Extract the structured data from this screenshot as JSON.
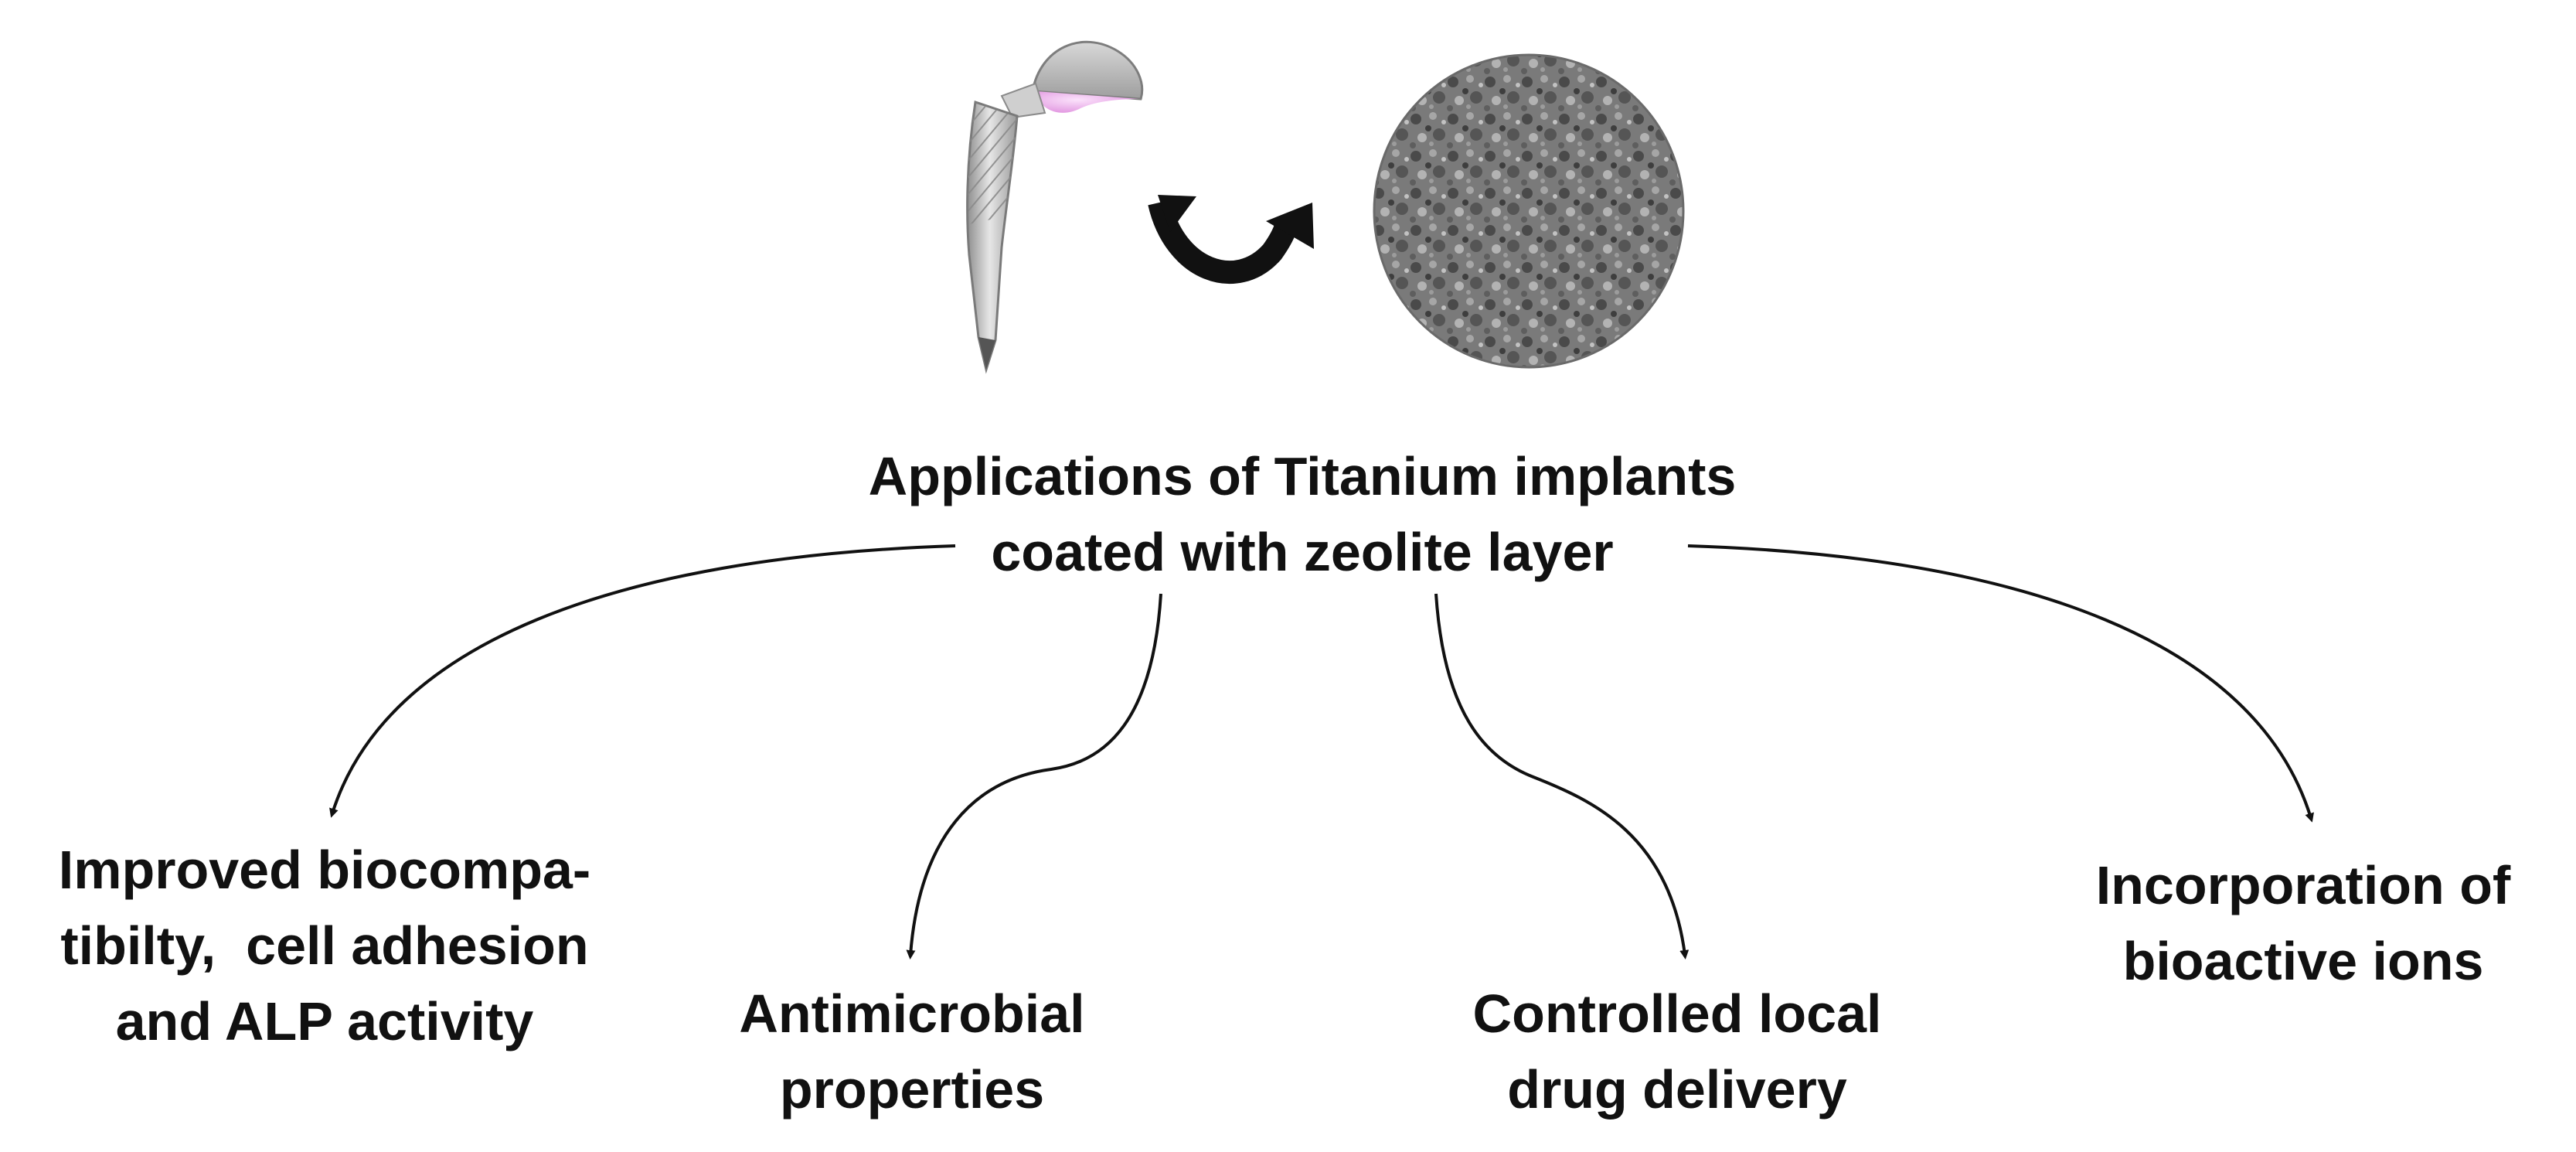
{
  "title": {
    "line1": "Applications of Titanium implants",
    "line2": "coated with zeolite layer"
  },
  "branches": [
    {
      "line1": "Improved biocompa-",
      "line2": "tibilty,  cell adhesion",
      "line3": "and ALP activity"
    },
    {
      "line1": "Antimicrobial",
      "line2": "properties"
    },
    {
      "line1": "Controlled local",
      "line2": "drug delivery"
    },
    {
      "line1": "Incorporation of",
      "line2": "bioactive ions"
    }
  ],
  "icons": {
    "implant": "hip-implant-illustration",
    "transform": "curved-arrow",
    "surface": "zeolite-surface-micrograph"
  },
  "colors": {
    "text": "#111111",
    "line": "#111111",
    "implant_metal": "#b5b5b5",
    "implant_head_highlight": "#e9a8e8",
    "micrograph": "#7a7a7a"
  }
}
